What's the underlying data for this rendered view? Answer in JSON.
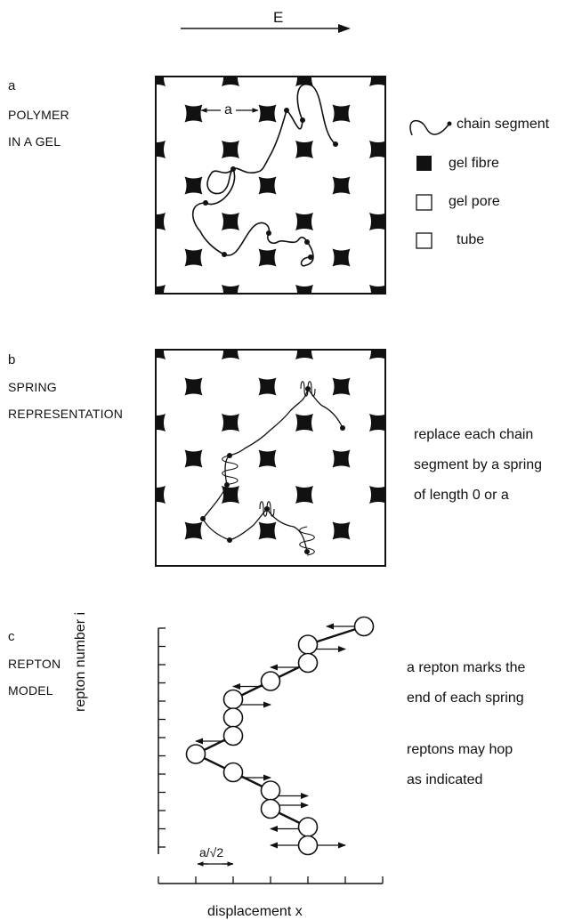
{
  "field": {
    "label": "E"
  },
  "panel_a": {
    "letter": "a",
    "title_lines": [
      "POLYMER",
      "IN A GEL"
    ],
    "spacing_label": "a",
    "legend": [
      {
        "symbol": "chain-segment",
        "label": "chain segment"
      },
      {
        "symbol": "gel-fibre",
        "label": "gel fibre"
      },
      {
        "symbol": "gel-pore",
        "label": "gel pore"
      },
      {
        "symbol": "tube",
        "label": "tube"
      }
    ]
  },
  "panel_b": {
    "letter": "b",
    "title_lines": [
      "SPRING",
      "REPRESENTATION"
    ],
    "note_lines": [
      "replace each chain",
      "segment by a spring",
      "of length 0 or a"
    ]
  },
  "panel_c": {
    "letter": "c",
    "title_lines": [
      "REPTON",
      "MODEL"
    ],
    "note1_lines": [
      "a repton marks the",
      "end of each spring"
    ],
    "note2_lines": [
      "reptons may hop",
      "as indicated"
    ],
    "y_axis_label": "repton number i",
    "x_axis_label": "displacement x",
    "scale_label": "a/√2",
    "reptons": [
      {
        "i": 12,
        "x": 5.5
      },
      {
        "i": 11,
        "x": 4.0
      },
      {
        "i": 10,
        "x": 4.0
      },
      {
        "i": 9,
        "x": 3.0
      },
      {
        "i": 8,
        "x": 2.0
      },
      {
        "i": 7,
        "x": 2.0
      },
      {
        "i": 6,
        "x": 2.0
      },
      {
        "i": 5,
        "x": 1.0
      },
      {
        "i": 4,
        "x": 2.0
      },
      {
        "i": 3,
        "x": 3.0
      },
      {
        "i": 2,
        "x": 3.0
      },
      {
        "i": 1,
        "x": 4.0
      },
      {
        "i": 0,
        "x": 4.0
      }
    ]
  }
}
